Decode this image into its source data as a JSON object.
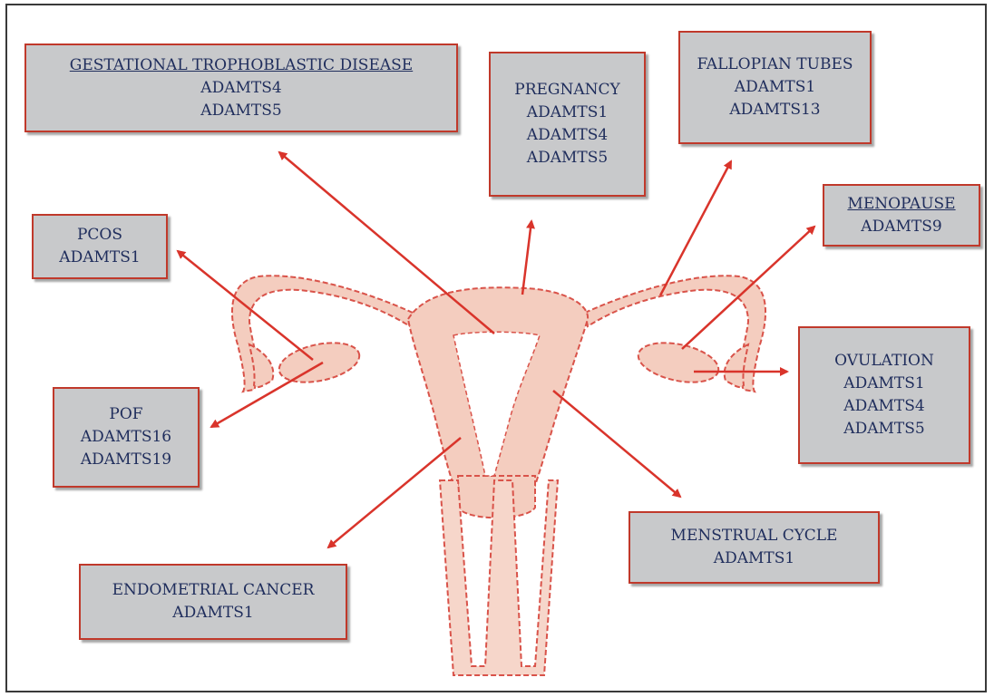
{
  "colors": {
    "arrow": "#d9342b",
    "organ_fill": "#f4cdbf",
    "organ_stroke": "#d9534a",
    "box_bg": "#c8c9cb",
    "box_border": "#c0392b",
    "text": "#1f2d5c"
  },
  "labels": {
    "gtd": {
      "title": "GESTATIONAL TROPHOBLASTIC DISEASE",
      "genes": [
        "ADAMTS4",
        "ADAMTS5"
      ]
    },
    "pregnancy": {
      "title": "PREGNANCY",
      "genes": [
        "ADAMTS1",
        "ADAMTS4",
        "ADAMTS5"
      ]
    },
    "fallopian": {
      "title": "FALLOPIAN TUBES",
      "genes": [
        "ADAMTS1",
        "ADAMTS13"
      ]
    },
    "menopause": {
      "title": "MENOPAUSE",
      "genes": [
        "ADAMTS9"
      ]
    },
    "pcos": {
      "title": "PCOS",
      "genes": [
        "ADAMTS1"
      ]
    },
    "ovulation": {
      "title": "OVULATION",
      "genes": [
        "ADAMTS1",
        "ADAMTS4",
        "ADAMTS5"
      ]
    },
    "pof": {
      "title": "POF",
      "genes": [
        "ADAMTS16",
        "ADAMTS19"
      ]
    },
    "menstrual": {
      "title": "MENSTRUAL CYCLE",
      "genes": [
        "ADAMTS1"
      ]
    },
    "endometrial": {
      "title": "ENDOMETRIAL CANCER",
      "genes": [
        "ADAMTS1"
      ]
    }
  }
}
